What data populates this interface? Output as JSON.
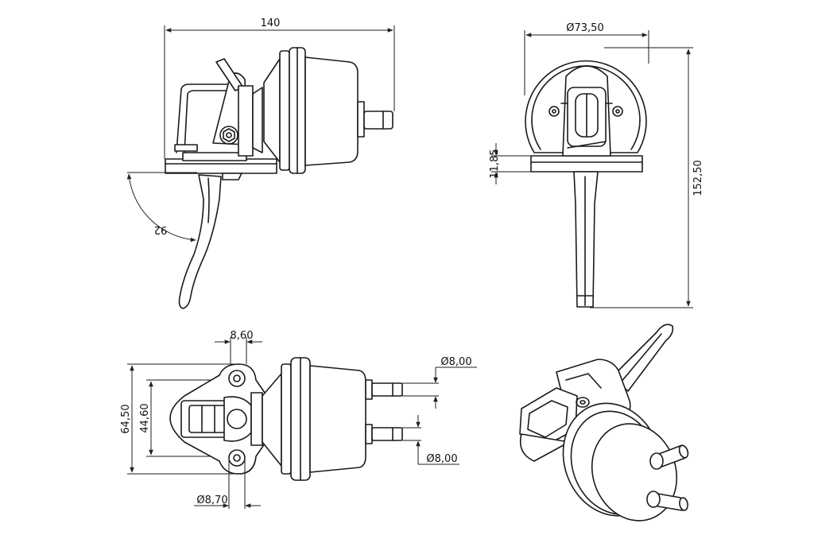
{
  "dimensions": {
    "side_length": "140",
    "lever_angle": "92",
    "front_diameter": "Ø73,50",
    "flange_height": "11,85",
    "total_height": "152,50",
    "bolt_spacing": "8,60",
    "outlet_diameter_top": "Ø8,00",
    "outlet_diameter_bottom": "Ø8,00",
    "flange_width": "64,50",
    "hole_spacing": "44,60",
    "hole_diameter": "Ø8,70"
  },
  "colors": {
    "line": "#1a1a1a",
    "background": "#ffffff"
  },
  "icons": [
    "fuel-pump-side-view",
    "fuel-pump-front-view",
    "fuel-pump-top-view",
    "fuel-pump-isometric-view"
  ]
}
